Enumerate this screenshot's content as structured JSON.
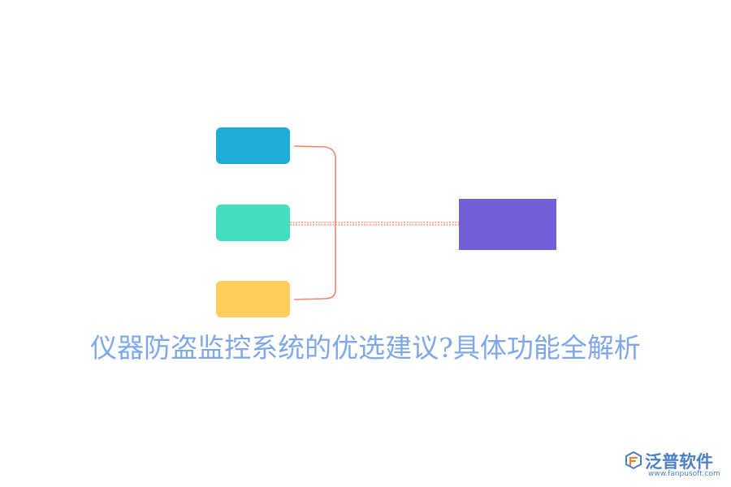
{
  "diagram": {
    "title": "仪器防盗监控系统的优选建议?具体功能全解析",
    "nodes": [
      {
        "id": "node-1",
        "label": "",
        "color": "#1eaed5"
      },
      {
        "id": "node-2",
        "label": "",
        "color": "#44ddbd"
      },
      {
        "id": "node-3",
        "label": "",
        "color": "#ffce5c"
      }
    ],
    "center_node": {
      "label": "",
      "color": "#745ed8"
    },
    "connector_color": "#f0866d",
    "title_color": "#7ea8ea"
  },
  "logo": {
    "name": "泛普软件",
    "url": "www.fanpusoft.com",
    "icon": "fanpu-logo-icon",
    "color": "#4d7fc6"
  }
}
